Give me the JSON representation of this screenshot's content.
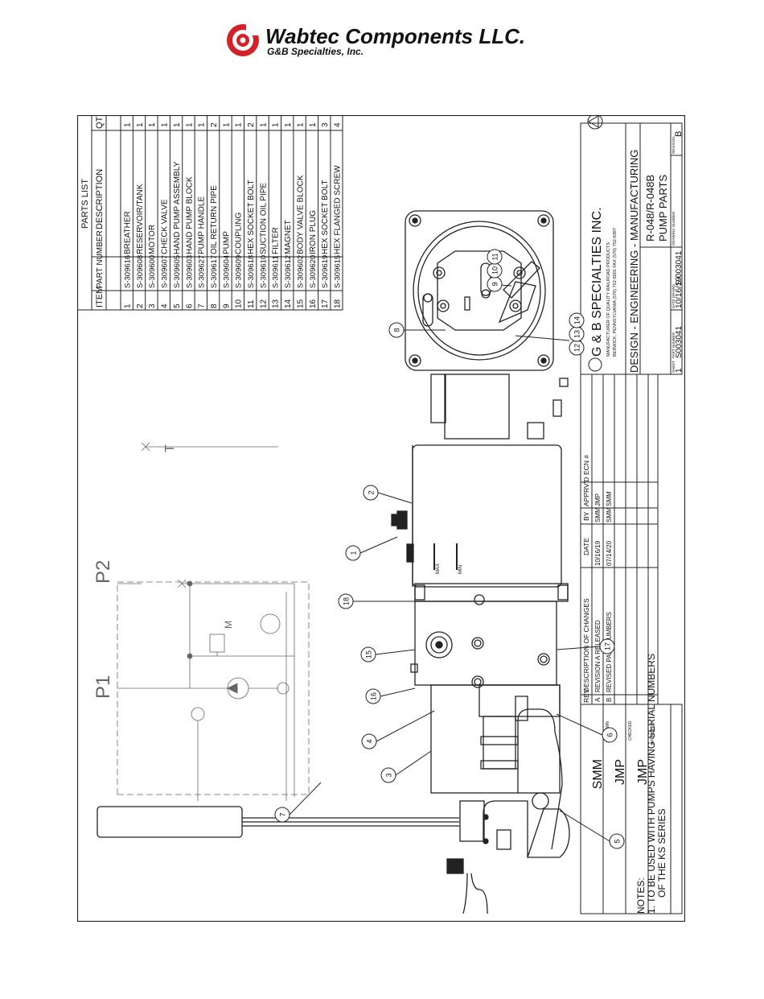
{
  "logo": {
    "company": "Wabtec Components LLC.",
    "subtitle": "G&B Specialties, Inc."
  },
  "parts_list": {
    "title": "PARTS LIST",
    "headers": [
      "ITEM",
      "PART NUMBER",
      "DESCRIPTION",
      "QTY"
    ],
    "rows": [
      [
        "1",
        "S-309616",
        "BREATHER",
        "1"
      ],
      [
        "2",
        "S-309608",
        "RESERVOIR/TANK",
        "1"
      ],
      [
        "3",
        "S-309600",
        "MOTOR",
        "1"
      ],
      [
        "4",
        "S-309607",
        "CHECK VALVE",
        "1"
      ],
      [
        "5",
        "S-309605",
        "HAND PUMP ASSEMBLY",
        "1"
      ],
      [
        "6",
        "S-309603",
        "HAND PUMP BLOCK",
        "1"
      ],
      [
        "7",
        "S-309627",
        "PUMP HANDLE",
        "1"
      ],
      [
        "8",
        "S-309617",
        "OIL RETURN PIPE",
        "2"
      ],
      [
        "9",
        "S-309604",
        "PUMP",
        "1"
      ],
      [
        "10",
        "S-309609",
        "COUPLING",
        "1"
      ],
      [
        "11",
        "S-309618",
        "HEX SOCKET BOLT",
        "2"
      ],
      [
        "12",
        "S-309610",
        "SUCTION OIL PIPE",
        "1"
      ],
      [
        "13",
        "S-309611",
        "FILTER",
        "1"
      ],
      [
        "14",
        "S-309612",
        "MAGNET",
        "1"
      ],
      [
        "15",
        "S-309602",
        "BODY VALVE BLOCK",
        "1"
      ],
      [
        "16",
        "S-309620",
        "IRON PLUG",
        "1"
      ],
      [
        "17",
        "S-309619",
        "HEX SOCKET BOLT",
        "3"
      ],
      [
        "18",
        "S-309615",
        "HEX FLANGED SCREW",
        "4"
      ]
    ]
  },
  "revisions": {
    "headers": [
      "REV",
      "DESCRIPTION OF CHANGES",
      "DATE",
      "BY",
      "APPRV'D",
      "ECN #"
    ],
    "rows": [
      [
        "A",
        "REVISION A RELEASED",
        "10/16/19",
        "SMM",
        "JMP",
        ""
      ],
      [
        "B",
        "REVISED PART NUMBERS",
        "07/14/20",
        "SMM",
        "SMM",
        ""
      ]
    ]
  },
  "title_block": {
    "company": "G & B SPECIALTIES INC.",
    "tagline": "MANUFACTURER OF QUALITY RAILROAD PRODUCTS",
    "address": "BERWICK, PENNSYLVANIA (570) 752-5901  FAX (570) 752-6397",
    "department": "DESIGN - ENGINEERING - MANUFACTURING",
    "drawing_title_1": "R-048/R-048B",
    "drawing_title_2": "PUMP PARTS",
    "drawn": "SMM",
    "checked": "JMP",
    "approved": "JMP",
    "drawn_label": "DRAWN",
    "checked_label": "CHECKED",
    "approved_label": "APPROVED",
    "sheet": "1",
    "part_no": "S003041",
    "date": "10/16/19",
    "drawing_no": "S-003041",
    "revision_label": "REVISION",
    "revision": "B",
    "sheet_label": "SHEET",
    "part_label": "PART NUMBER",
    "date_label": "DATE DRAWN",
    "drawing_label": "DRAWING NUMBER"
  },
  "callouts": [
    "1",
    "2",
    "3",
    "4",
    "5",
    "6",
    "7",
    "8",
    "9",
    "10",
    "11",
    "12",
    "13",
    "14",
    "15",
    "16",
    "17",
    "18"
  ],
  "tank_marks": {
    "max": "MAX",
    "min": "MIN"
  },
  "schematic": {
    "p1": "P1",
    "p2": "P2",
    "t": "T",
    "motor": "M"
  },
  "notes": {
    "title": "NOTES:",
    "line1": "1.  TO BE USED WITH PUMPS HAVING SERIAL NUMBERS",
    "line2": "OF THE KS SERIES"
  }
}
